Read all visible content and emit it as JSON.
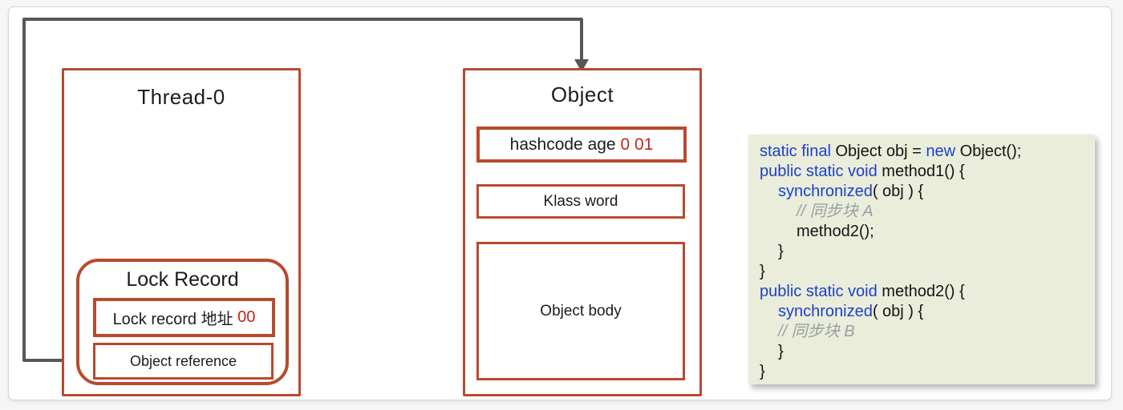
{
  "colors": {
    "box_border": "#b84a2e",
    "arrow_gray": "#54585b",
    "value_red": "#c2251a",
    "keyword_blue": "#1e41c8",
    "comment_gray": "#9aa0a4",
    "code_background": "#e9edda"
  },
  "thread": {
    "title": "Thread-0",
    "lock_record": {
      "title": "Lock Record",
      "address_label": "Lock record 地址 ",
      "address_value": "00",
      "reference_label": "Object reference"
    }
  },
  "object": {
    "title": "Object",
    "markword_label": "hashcode age ",
    "markword_value": "0 01",
    "klass_label": "Klass word",
    "body_label": "Object body"
  },
  "code": {
    "lines": [
      {
        "indent": 0,
        "segments": [
          {
            "type": "kw",
            "text": "static final"
          },
          {
            "type": "plain",
            "text": " Object obj = "
          },
          {
            "type": "kw",
            "text": "new"
          },
          {
            "type": "plain",
            "text": " Object();"
          }
        ]
      },
      {
        "indent": 0,
        "segments": [
          {
            "type": "kw",
            "text": "public static void"
          },
          {
            "type": "plain",
            "text": " method1() {"
          }
        ]
      },
      {
        "indent": 1,
        "segments": [
          {
            "type": "kw",
            "text": "synchronized"
          },
          {
            "type": "plain",
            "text": "( obj ) {"
          }
        ]
      },
      {
        "indent": 2,
        "segments": [
          {
            "type": "comment",
            "text": "// 同步块 A"
          }
        ]
      },
      {
        "indent": 2,
        "segments": [
          {
            "type": "plain",
            "text": "method2();"
          }
        ]
      },
      {
        "indent": 1,
        "segments": [
          {
            "type": "plain",
            "text": "}"
          }
        ]
      },
      {
        "indent": 0,
        "segments": [
          {
            "type": "plain",
            "text": "}"
          }
        ]
      },
      {
        "indent": 0,
        "segments": [
          {
            "type": "kw",
            "text": "public static void"
          },
          {
            "type": "plain",
            "text": " method2() {"
          }
        ]
      },
      {
        "indent": 1,
        "segments": [
          {
            "type": "kw",
            "text": "synchronized"
          },
          {
            "type": "plain",
            "text": "( obj ) {"
          }
        ]
      },
      {
        "indent": 1,
        "segments": [
          {
            "type": "comment",
            "text": "// 同步块 B"
          }
        ]
      },
      {
        "indent": 1,
        "segments": [
          {
            "type": "plain",
            "text": "}"
          }
        ]
      },
      {
        "indent": 0,
        "segments": [
          {
            "type": "plain",
            "text": "}"
          }
        ]
      }
    ]
  }
}
